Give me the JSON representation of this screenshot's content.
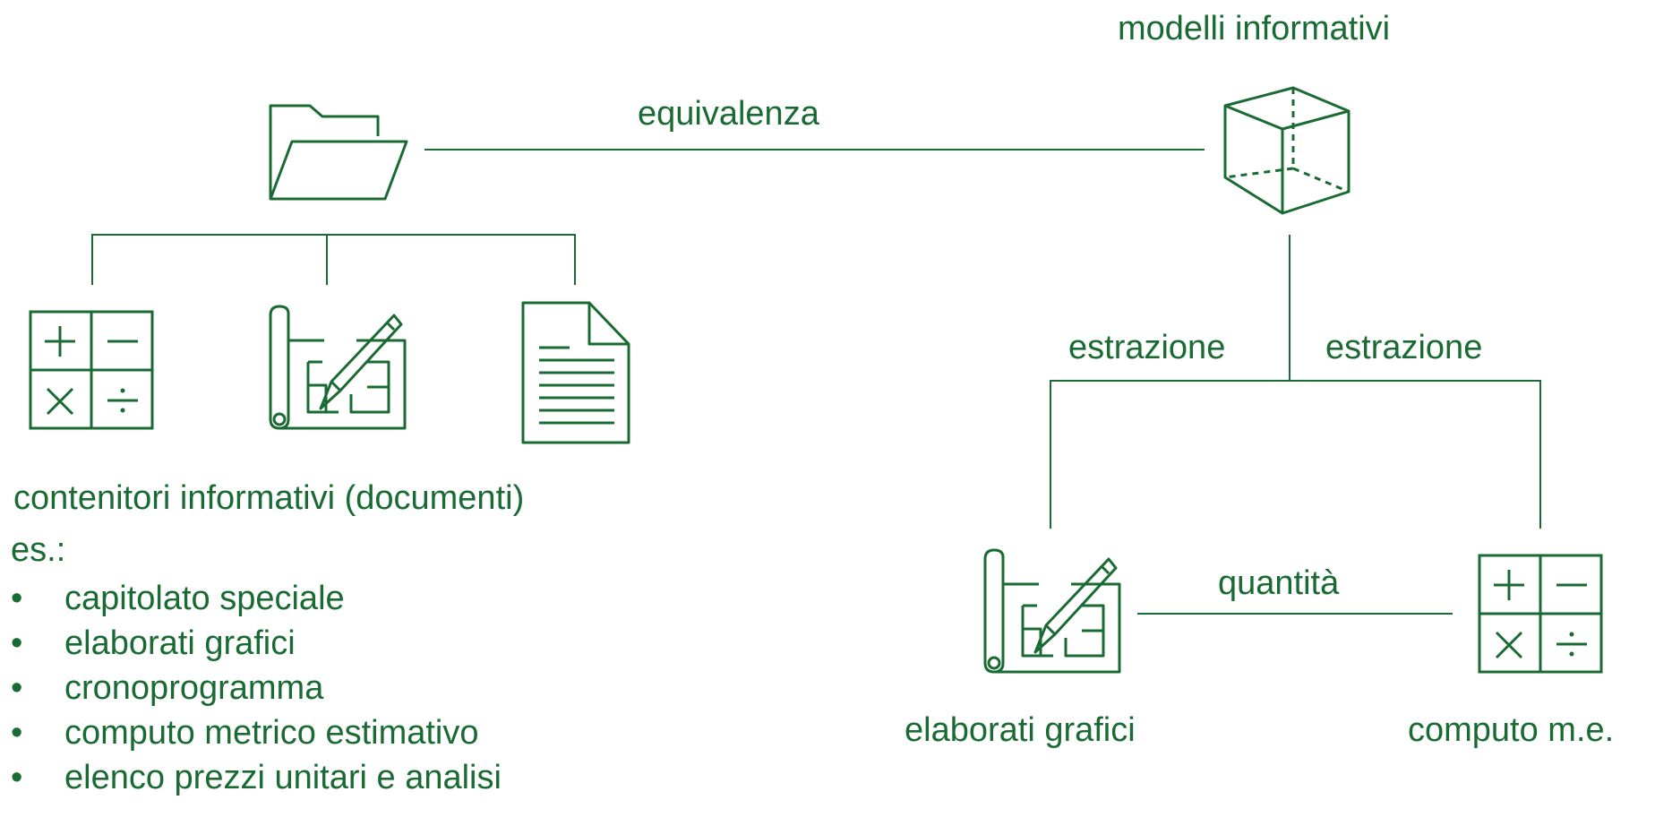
{
  "labels": {
    "models": "modelli informativi",
    "equivalence": "equivalenza",
    "extraction_left": "estrazione",
    "extraction_right": "estrazione",
    "containers": "contenitori informativi (documenti)",
    "examples_prefix": "es.:",
    "quantity": "quantità",
    "drawings": "elaborati grafici",
    "estimate": "computo m.e."
  },
  "examples": [
    "capitolato speciale",
    "elaborati grafici",
    "cronoprogramma",
    "computo metrico estimativo",
    "elenco prezzi unitari e analisi"
  ],
  "bullet_char": "•",
  "icons": {
    "folder": "folder-icon",
    "cube": "cube-icon",
    "calculator": "calculator-icon",
    "blueprint": "blueprint-icon",
    "document": "document-icon"
  },
  "colors": {
    "accent": "#1a6b33"
  }
}
